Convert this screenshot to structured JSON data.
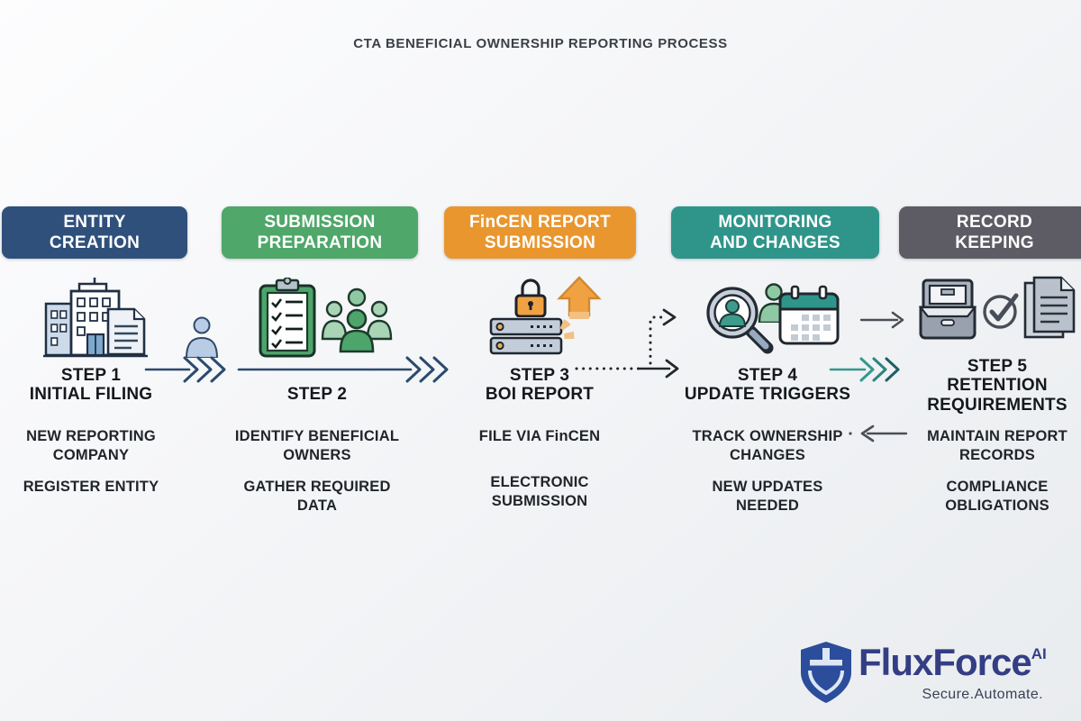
{
  "title": "CTA BENEFICIAL OWNERSHIP REPORTING PROCESS",
  "steps": [
    {
      "header": "ENTITY\nCREATION",
      "header_color": "#30507c",
      "label": "STEP 1\nINITIAL FILING",
      "items": [
        "NEW REPORTING\nCOMPANY",
        "REGISTER ENTITY"
      ],
      "icons": [
        "office-building-icon",
        "document-icon",
        "person-icon"
      ]
    },
    {
      "header": "SUBMISSION\nPREPARATION",
      "header_color": "#4fa76a",
      "label": "STEP 2",
      "items": [
        "IDENTIFY BENEFICIAL\nOWNERS",
        "GATHER REQUIRED\nDATA"
      ],
      "icons": [
        "checklist-clipboard-icon",
        "people-group-icon"
      ]
    },
    {
      "header": "FinCEN REPORT\nSUBMISSION",
      "header_color": "#e9962f",
      "label": "STEP 3\nBOI REPORT",
      "items": [
        "FILE VIA FinCEN",
        "ELECTRONIC\nSUBMISSION"
      ],
      "icons": [
        "lock-icon",
        "server-stack-icon",
        "upload-arrow-icon"
      ]
    },
    {
      "header": "MONITORING\nAND CHANGES",
      "header_color": "#2f958b",
      "label": "STEP 4\nUPDATE TRIGGERS",
      "items": [
        "TRACK OWNERSHIP\nCHANGES",
        "NEW UPDATES\nNEEDED"
      ],
      "icons": [
        "search-person-icon",
        "person-icon",
        "calendar-icon"
      ]
    },
    {
      "header": "RECORD\nKEEPING",
      "header_color": "#5d5c65",
      "label": "STEP 5\nRETENTION\nREQUIREMENTS",
      "items": [
        "MAINTAIN REPORT\nRECORDS",
        "COMPLIANCE\nOBLIGATIONS"
      ],
      "icons": [
        "archive-box-icon",
        "check-circle-icon",
        "documents-icon"
      ]
    }
  ],
  "arrows": [
    {
      "from": "step-1",
      "to": "step-2",
      "style": "triple-chevron",
      "color": "#2b4a6f"
    },
    {
      "from": "step-2",
      "to": "step-3",
      "style": "triple-chevron",
      "color": "#2b4a6f"
    },
    {
      "from": "step-3",
      "to": "step-4",
      "style": "dotted-branch",
      "color": "#22272d"
    },
    {
      "from": "step-4",
      "to": "step-5",
      "style": "plain",
      "color": "#4a4f55"
    },
    {
      "from": "step-4",
      "to": "step-5",
      "style": "triple-chevron",
      "color": "#35988e"
    },
    {
      "from": "step-5",
      "to": "step-4",
      "style": "plain-left",
      "color": "#4a4f55"
    }
  ],
  "colors": {
    "arrow_blue": "#2b4a6f",
    "arrow_teal": "#35988e",
    "arrow_gray": "#4a4f55",
    "text_dark": "#21252a",
    "accent_orange": "#f0a243",
    "accent_green": "#4da56b",
    "accent_teal": "#3f9a8e"
  },
  "logo": {
    "brand": "FluxForce",
    "suffix": "AI",
    "tagline": "Secure.Automate.",
    "brand_color": "#343e85",
    "shield_color": "#2b4d9b"
  }
}
